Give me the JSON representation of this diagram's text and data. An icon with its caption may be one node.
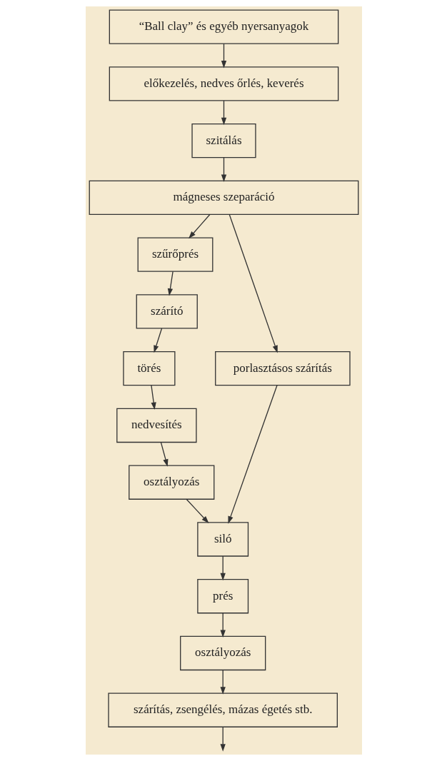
{
  "diagram": {
    "nodes": [
      {
        "text": [
          "“Ball clay” és egyéb nyersanyagok"
        ]
      },
      {
        "text": [
          "előkezelés, nedves őrlés, keverés"
        ]
      },
      {
        "text": [
          "szitálás"
        ]
      },
      {
        "text": [
          "mágneses szeparáció"
        ]
      },
      {
        "text": [
          "szűrőprés"
        ]
      },
      {
        "text": [
          "szárító"
        ]
      },
      {
        "text": [
          "porlasztásos szárítás"
        ]
      },
      {
        "text": [
          "törés"
        ]
      },
      {
        "text": [
          "nedvesítés"
        ]
      },
      {
        "text": [
          "osztályozás"
        ]
      },
      {
        "text": [
          "siló"
        ]
      },
      {
        "text": [
          "prés"
        ]
      },
      {
        "text": [
          "osztályozás"
        ]
      },
      {
        "text": [
          "szárítás, zsengélés, mázas égetés stb."
        ]
      }
    ],
    "edges": [
      {
        "from": 0,
        "to": 1,
        "arrow": "to"
      },
      {
        "from": 1,
        "to": 2,
        "arrow": "to"
      },
      {
        "from": 2,
        "to": 3,
        "arrow": "to"
      },
      {
        "from": 3,
        "to": 4,
        "arrow": "to"
      },
      {
        "from": 3,
        "to": 6,
        "arrow": "to"
      },
      {
        "from": 4,
        "to": 5,
        "arrow": "to"
      },
      {
        "from": 5,
        "to": 7,
        "arrow": "to"
      },
      {
        "from": 7,
        "to": 8,
        "arrow": "to"
      },
      {
        "from": 8,
        "to": 9,
        "arrow": "to"
      },
      {
        "from": 6,
        "to": 10,
        "arrow": "to"
      },
      {
        "from": 9,
        "to": 10,
        "arrow": "to"
      },
      {
        "from": 10,
        "to": 11,
        "arrow": "to"
      },
      {
        "from": 11,
        "to": 12,
        "arrow": "to"
      },
      {
        "from": 12,
        "to": 13,
        "arrow": "to"
      },
      {
        "from": 13,
        "to": null,
        "arrow": "to"
      }
    ]
  }
}
